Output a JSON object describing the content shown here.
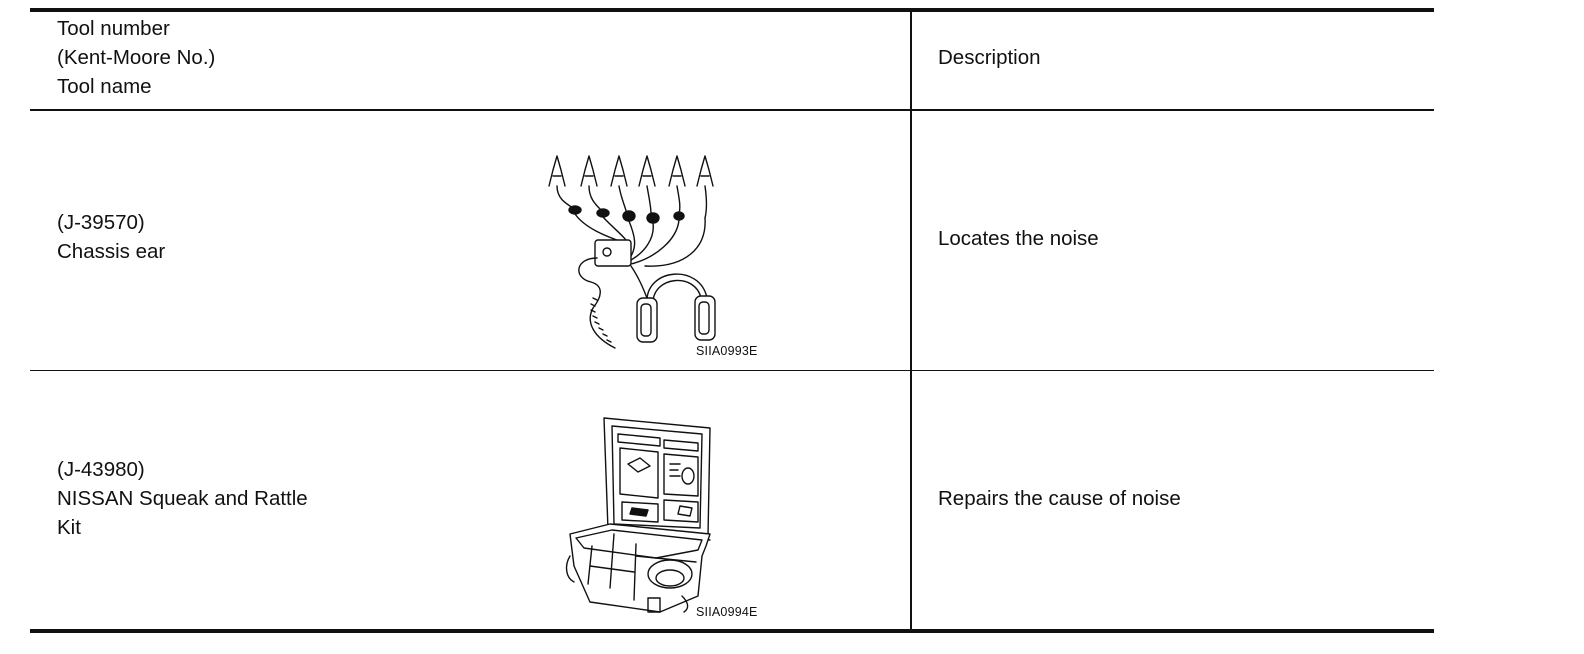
{
  "header": {
    "col1_lines": [
      "Tool number",
      "(Kent-Moore No.)",
      "Tool name"
    ],
    "col2": "Description"
  },
  "rows": [
    {
      "tool_number": "(J-39570)",
      "tool_name_lines": [
        "Chassis ear"
      ],
      "image_code": "SIIA0993E",
      "image_icon": "chassis-ear-headphones-icon",
      "description": "Locates the noise"
    },
    {
      "tool_number": "(J-43980)",
      "tool_name_lines": [
        "NISSAN Squeak and Rattle",
        "Kit"
      ],
      "image_code": "SIIA0994E",
      "image_icon": "tool-case-kit-icon",
      "description": "Repairs the cause of noise"
    }
  ]
}
